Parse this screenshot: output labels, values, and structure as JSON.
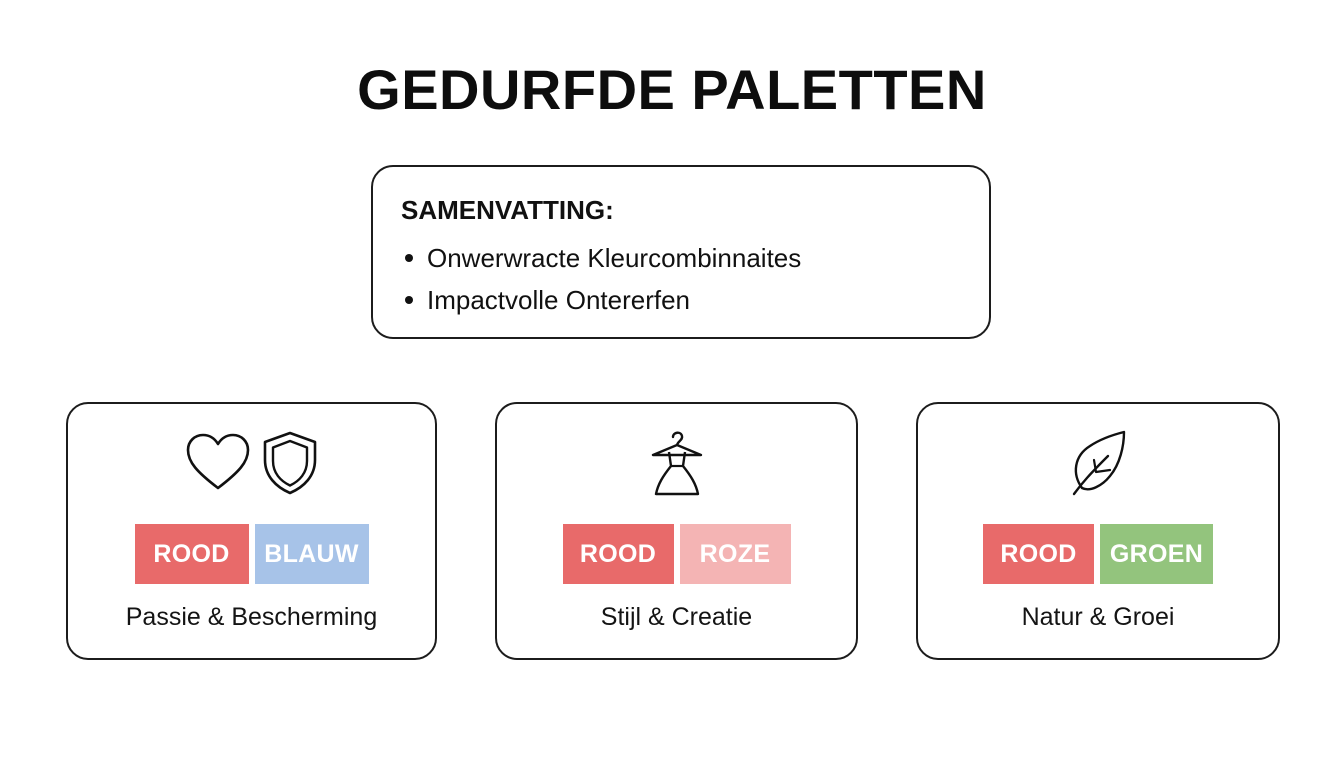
{
  "title": "GEDURFDE PALETTEN",
  "summary": {
    "heading": "SAMENVATTING:",
    "items": [
      "Onwerwracte Kleurcombinnaites",
      "Impactvolle Ontererfen"
    ]
  },
  "cards": [
    {
      "icons": [
        "heart-icon",
        "shield-icon"
      ],
      "swatches": [
        {
          "label": "ROOD",
          "color": "#e86a6a"
        },
        {
          "label": "BLAUW",
          "color": "#a7c3e8"
        }
      ],
      "caption": "Passie & Bescherming"
    },
    {
      "icons": [
        "dress-on-hanger-icon"
      ],
      "swatches": [
        {
          "label": "ROOD",
          "color": "#e86a6a"
        },
        {
          "label": "ROZE",
          "color": "#f4b4b4"
        }
      ],
      "caption": "Stijl & Creatie"
    },
    {
      "icons": [
        "leaf-icon"
      ],
      "swatches": [
        {
          "label": "ROOD",
          "color": "#e86a6a"
        },
        {
          "label": "GROEN",
          "color": "#93c47d"
        }
      ],
      "caption": "Natur & Groei"
    }
  ]
}
